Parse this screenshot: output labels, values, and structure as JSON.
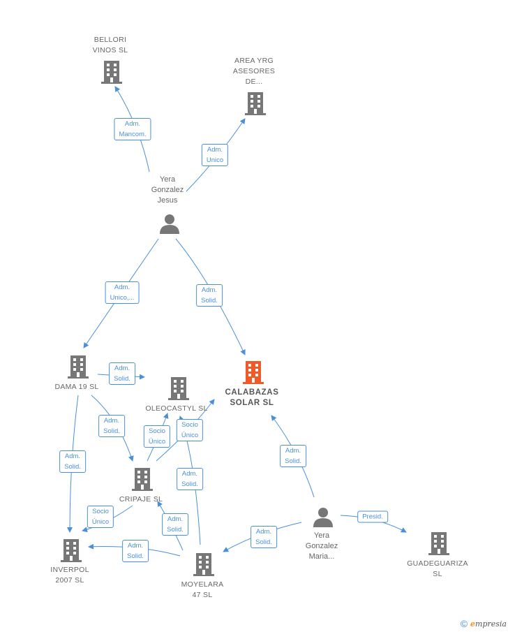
{
  "nodes": {
    "bellori": {
      "label": "BELLORI\nVINOS  SL",
      "icon": "building-icon"
    },
    "area_yrg": {
      "label": "AREA YRG\nASESORES\nDE...",
      "icon": "building-icon"
    },
    "yera_jesus": {
      "label": "Yera\nGonzalez\nJesus",
      "icon": "person-icon"
    },
    "dama19": {
      "label": "DAMA 19  SL",
      "icon": "building-icon"
    },
    "calabazas": {
      "label": "CALABAZAS\nSOLAR  SL",
      "icon": "building-icon",
      "color": "#f05a28"
    },
    "oleocastyl": {
      "label": "OLEOCASTYL SL",
      "icon": "building-icon"
    },
    "cripaje": {
      "label": "CRIPAJE  SL",
      "icon": "building-icon"
    },
    "inverpol": {
      "label": "INVERPOL\n2007 SL",
      "icon": "building-icon"
    },
    "moyelara": {
      "label": "MOYELARA\n47  SL",
      "icon": "building-icon"
    },
    "yera_maria": {
      "label": "Yera\nGonzalez\nMaria...",
      "icon": "person-icon"
    },
    "guadeguariza": {
      "label": "GUADEGUARIZA\nSL",
      "icon": "building-icon"
    }
  },
  "edges": {
    "e1": "Adm.\nMancom.",
    "e2": "Adm.\nUnico",
    "e3": "Adm.\nUnico,...",
    "e4": "Adm.\nSolid.",
    "e5": "Adm.\nSolid.",
    "e6": "Adm.\nSolid.",
    "e7": "Adm.\nSolid.",
    "e8": "Socio\nÚnico",
    "e9": "Socio\nÚnico",
    "e10": "Adm.\nSolid.",
    "e11": "Socio\nÚnico",
    "e12": "Adm.\nSolid.",
    "e13": "Adm.\nSolid.",
    "e14": "Adm.\nSolid.",
    "e15": "Adm.\nSolid.",
    "e16": "Presid."
  },
  "colors": {
    "edge": "#4a90d9",
    "node_icon": "#777777",
    "highlight": "#f05a28"
  },
  "footer": {
    "copyright": "©",
    "brand_initial": "e",
    "brand_rest": "mpresia"
  }
}
